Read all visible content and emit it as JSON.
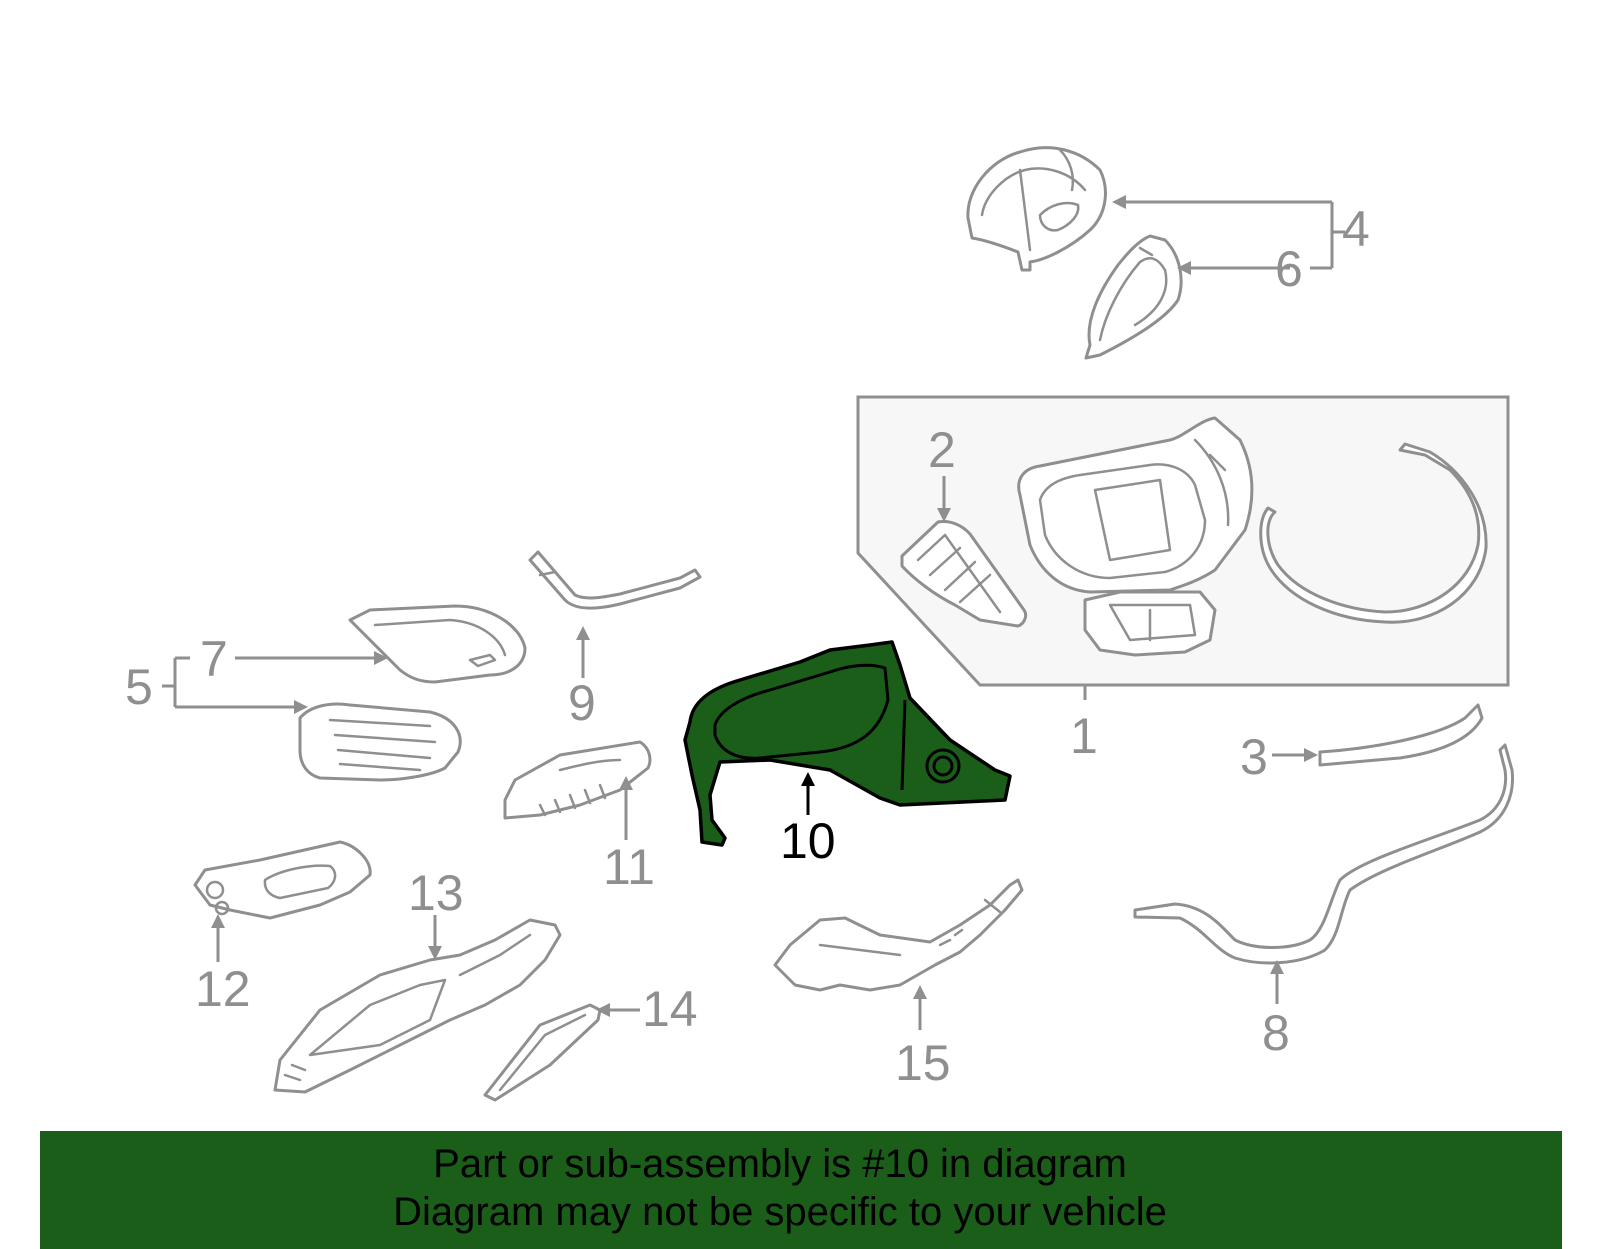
{
  "diagram": {
    "callouts": {
      "c1": "1",
      "c2": "2",
      "c3": "3",
      "c4": "4",
      "c5": "5",
      "c6": "6",
      "c7": "7",
      "c8": "8",
      "c9": "9",
      "c10": "10",
      "c11": "11",
      "c12": "12",
      "c13": "13",
      "c14": "14",
      "c15": "15"
    },
    "highlighted_part": "10",
    "colors": {
      "highlight_fill": "#1a5e1a",
      "line_gray": "#8f8f8f",
      "box_fill": "#f7f7f7"
    }
  },
  "footer": {
    "line1": "Part or sub-assembly is #10 in diagram",
    "line2": "Diagram may not be specific to your vehicle"
  }
}
